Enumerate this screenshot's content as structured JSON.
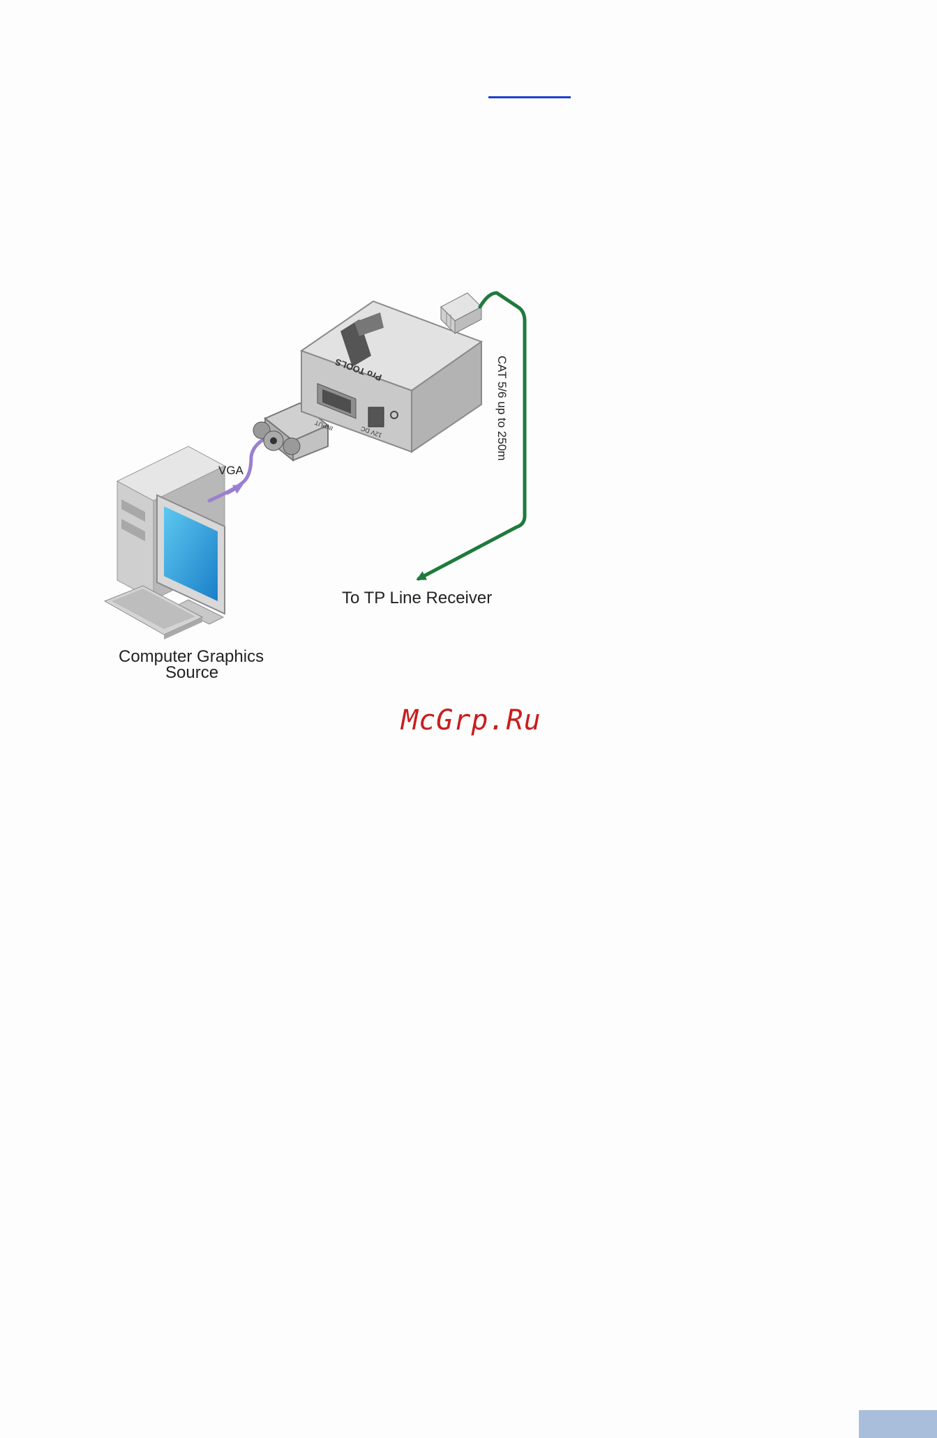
{
  "diagram": {
    "labels": {
      "vga": "VGA",
      "cable_length": "CAT 5/6 up to 250m",
      "destination": "To TP Line Receiver",
      "source_line1": "Computer Graphics",
      "source_line2": "Source"
    },
    "device": {
      "front_label": "Pro TOOLS",
      "port_input": "INPUT",
      "port_power": "12V DC"
    },
    "colors": {
      "vga_cable": "#9b7fd0",
      "tp_cable": "#1f7a3c"
    }
  },
  "watermark": "McGrp.Ru"
}
